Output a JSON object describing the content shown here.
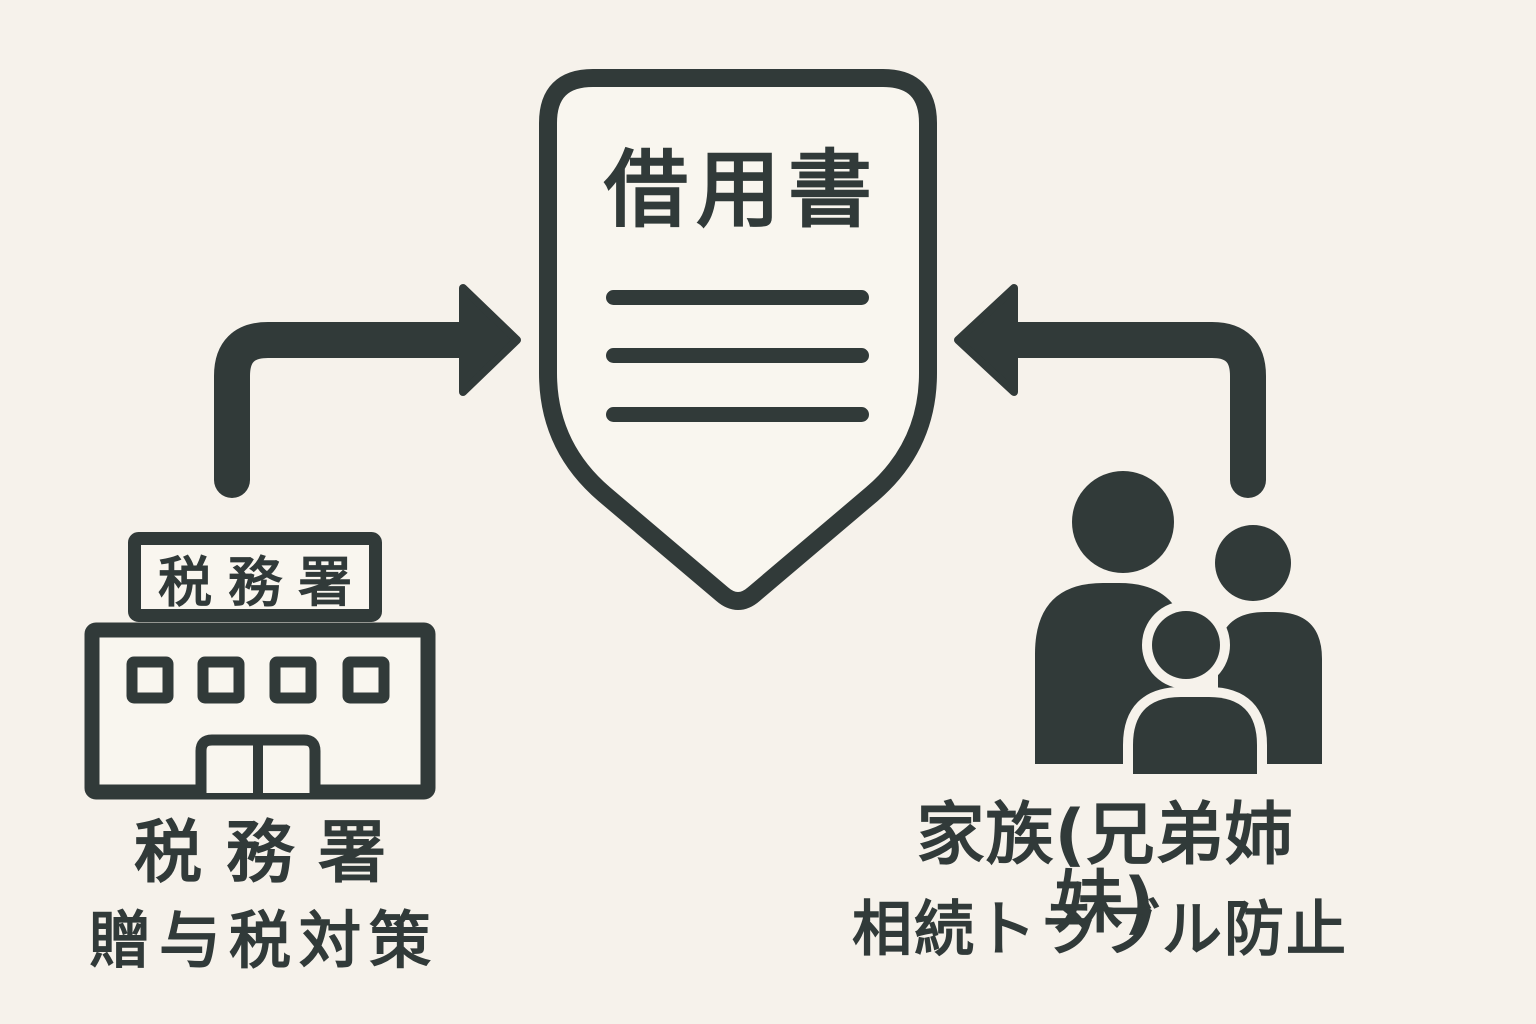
{
  "colors": {
    "background": "#f6f2eb",
    "ink": "#313a39",
    "paper": "#f9f6ef"
  },
  "center_document": {
    "icon": "shield-document-icon",
    "title": "借用書",
    "text_lines_count": 3
  },
  "left_group": {
    "icon": "tax-office-building-icon",
    "building_sign_text": "税務署",
    "label_title": "税務署",
    "label_subtitle": "贈与税対策",
    "arrow_icon": "elbow-arrow-right-icon"
  },
  "right_group": {
    "icon": "family-icon",
    "label_title": "家族(兄弟姉妹)",
    "label_subtitle": "相続トラブル防止",
    "arrow_icon": "elbow-arrow-left-icon"
  }
}
